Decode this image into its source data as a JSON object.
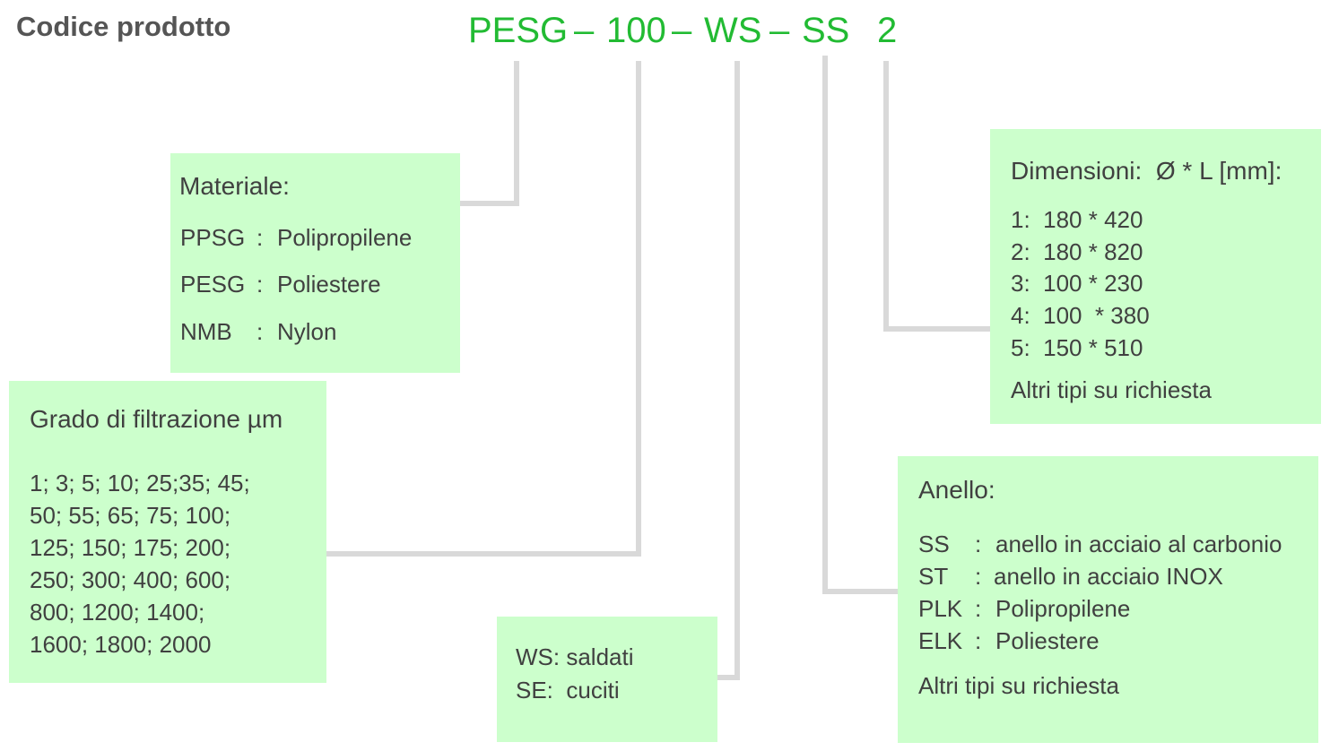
{
  "title": "Codice prodotto",
  "code": {
    "material": "PESG",
    "sep1": "–",
    "grade": "100",
    "sep2": "–",
    "seam": "WS",
    "sep3": "–",
    "ring": "SS",
    "size": "2"
  },
  "colors": {
    "code_green": "#22bb33",
    "box_fill": "#ccffcc",
    "connector": "#d9d9d9",
    "text": "#404040"
  },
  "materiale": {
    "heading": "Materiale:",
    "items": [
      {
        "code": "PPSG",
        "sep": ":",
        "desc": "Polipropilene"
      },
      {
        "code": "PESG",
        "sep": ":",
        "desc": "Poliestere"
      },
      {
        "code": "NMB",
        "sep": ":",
        "desc": "Nylon"
      }
    ]
  },
  "filtrazione": {
    "heading": "Grado di filtrazione µm",
    "lines": [
      "1; 3; 5; 10; 25;35; 45;",
      "50; 55; 65; 75; 100;",
      "125; 150; 175; 200;",
      "250; 300; 400; 600;",
      "800; 1200; 1400;",
      "1600; 1800; 2000"
    ]
  },
  "cucitura": {
    "lines": [
      "WS: saldati",
      "SE:  cuciti"
    ]
  },
  "anello": {
    "heading": "Anello:",
    "items": [
      {
        "code": "SS",
        "sep": ":",
        "desc": "anello in acciaio al carbonio"
      },
      {
        "code": "ST",
        "sep": ":",
        "desc": "anello in acciaio INOX"
      },
      {
        "code": "PLK",
        "sep": ":",
        "desc": "Polipropilene"
      },
      {
        "code": "ELK",
        "sep": ":",
        "desc": "Poliestere"
      }
    ],
    "footer": "Altri tipi su richiesta"
  },
  "dimensioni": {
    "heading": "Dimensioni:  Ø * L [mm]:",
    "items": [
      "1:  180 * 420",
      "2:  180 * 820",
      "3:  100 * 230",
      "4:  100  * 380",
      "5:  150 * 510"
    ],
    "footer": "Altri tipi su richiesta"
  }
}
